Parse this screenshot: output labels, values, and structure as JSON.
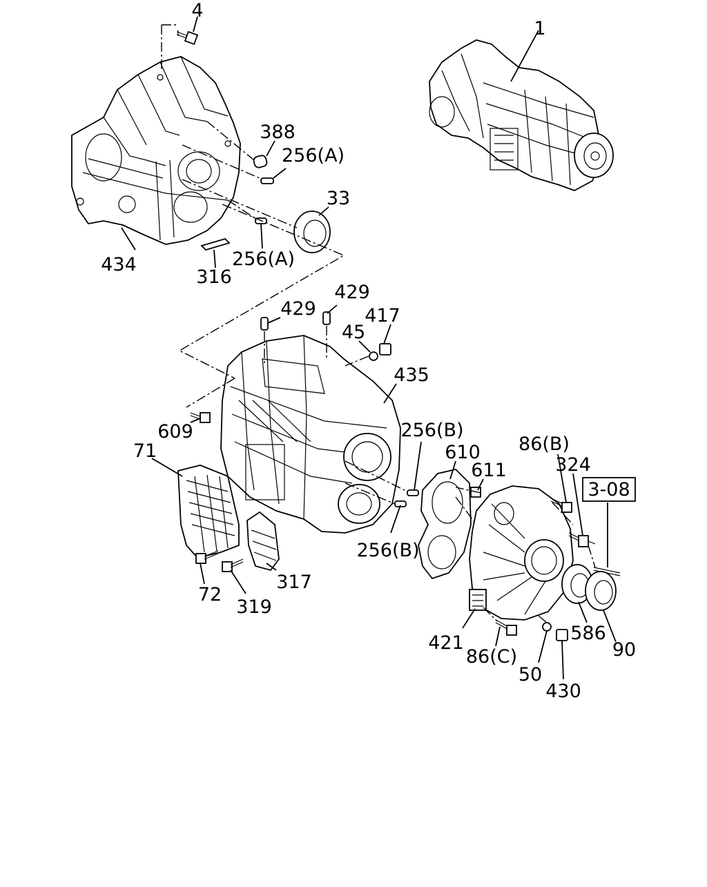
{
  "diagram": {
    "callouts": {
      "c4": "4",
      "c1": "1",
      "c388": "388",
      "c256a_top": "256(A)",
      "c33": "33",
      "c256a_bottom": "256(A)",
      "c434": "434",
      "c316": "316",
      "c429_right": "429",
      "c429_left": "429",
      "c417": "417",
      "c45": "45",
      "c435": "435",
      "c609": "609",
      "c256b_top": "256(B)",
      "c610": "610",
      "c611": "611",
      "c86b": "86(B)",
      "c324": "324",
      "c71": "71",
      "c256b_bottom": "256(B)",
      "c317": "317",
      "c72": "72",
      "c319": "319",
      "c421": "421",
      "c86c": "86(C)",
      "c586": "586",
      "c90": "90",
      "c50": "50",
      "c430": "430"
    },
    "reference_box": "3-08"
  }
}
